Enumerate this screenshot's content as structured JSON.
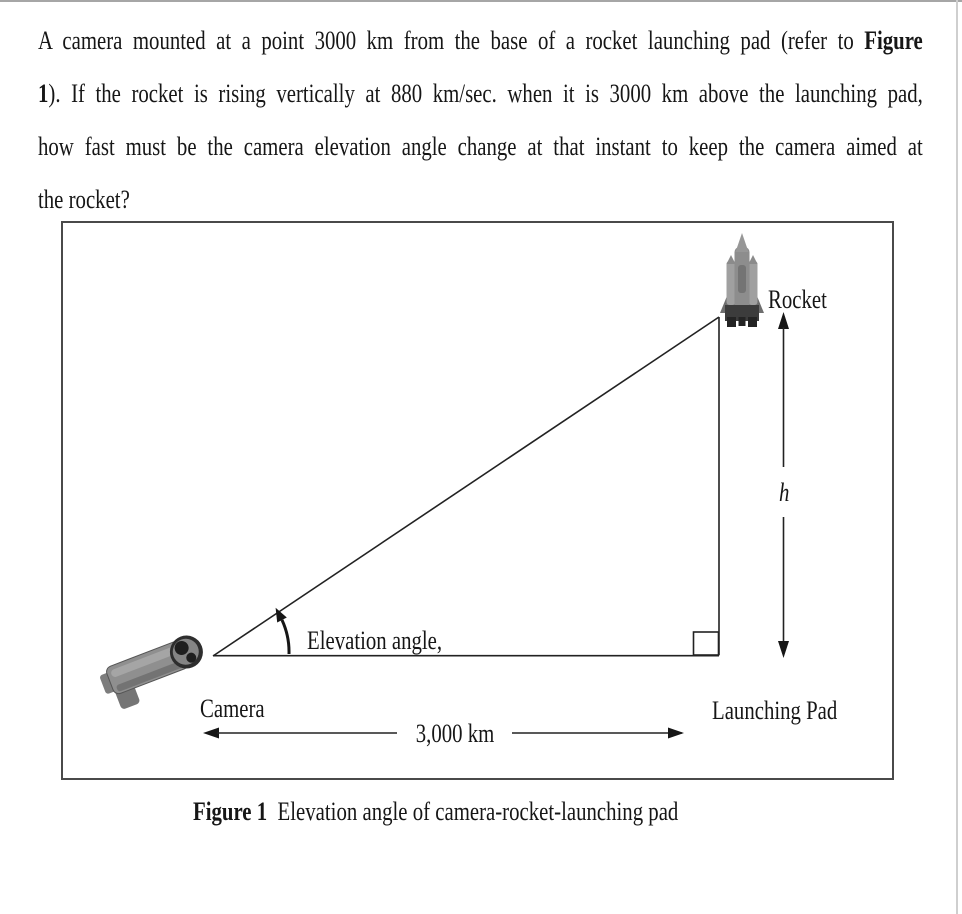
{
  "colors": {
    "text": "#161616",
    "figure_border": "#4a4a4a",
    "diagram_line": "#222222",
    "page_top_edge": "#a6a6a6",
    "page_right_edge": "#cfcfcf"
  },
  "problem": {
    "line1_pre": "A camera mounted at a point 3000 km from the base of a rocket launching pad (refer to ",
    "line1_bold": "Figure",
    "line2_bold": "1",
    "line2_post": "). If the rocket is rising vertically at 880 km/sec. when it is 3000 km above the launching pad,",
    "line3": "how fast must be the camera elevation angle change at that instant to keep the camera aimed at",
    "line4": "the rocket?"
  },
  "figure": {
    "labels": {
      "rocket": "Rocket",
      "height": "h",
      "elevation_angle": "Elevation angle,",
      "camera": "Camera",
      "launching_pad": "Launching Pad",
      "distance": "3,000 km"
    }
  },
  "caption": {
    "label": "Figure 1",
    "text": "Elevation angle of camera-rocket-launching pad"
  }
}
